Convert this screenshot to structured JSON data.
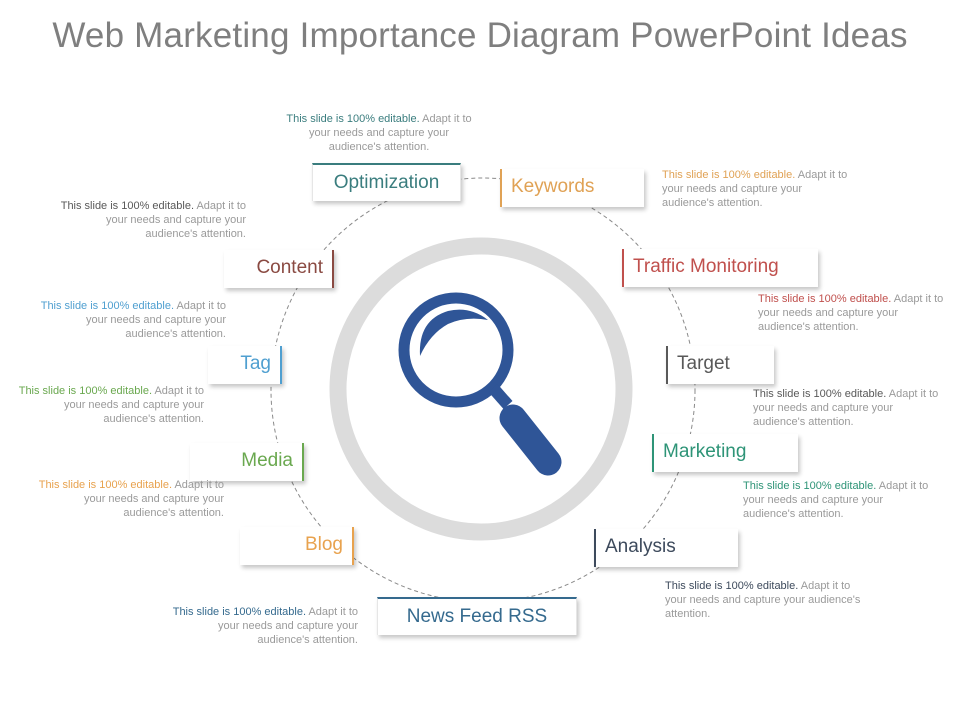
{
  "title": "Web Marketing Importance Diagram PowerPoint Ideas",
  "description": {
    "lead": "This slide is 100% editable.",
    "rest": " Adapt it to your needs and capture your audience's attention."
  },
  "colors": {
    "ring": "#dcdcdc",
    "dashed_circle": "#8a8a8a",
    "magnifier": "#2f5597"
  },
  "center_icon": "magnifying-glass-icon",
  "items": [
    {
      "label": "Optimization",
      "color": "#3a7d7e"
    },
    {
      "label": "Keywords",
      "color": "#e0a255"
    },
    {
      "label": "Traffic Monitoring",
      "color": "#c0504d"
    },
    {
      "label": "Target",
      "color": "#595959"
    },
    {
      "label": "Marketing",
      "color": "#2e9477"
    },
    {
      "label": "Analysis",
      "color": "#3d4a5c"
    },
    {
      "label": "News Feed RSS",
      "color": "#356a8e"
    },
    {
      "label": "Blog",
      "color": "#e8a24e"
    },
    {
      "label": "Media",
      "color": "#6aa84f"
    },
    {
      "label": "Tag",
      "color": "#4f9fd0"
    },
    {
      "label": "Content",
      "color": "#8a4a42"
    }
  ],
  "descriptions": [
    {
      "lead_color": "#3a7d7e"
    },
    {
      "lead_color": "#e0a255"
    },
    {
      "lead_color": "#c0504d"
    },
    {
      "lead_color": "#595959"
    },
    {
      "lead_color": "#2e9477"
    },
    {
      "lead_color": "#3d4a5c"
    },
    {
      "lead_color": "#356a8e"
    },
    {
      "lead_color": "#e8a24e"
    },
    {
      "lead_color": "#6aa84f"
    },
    {
      "lead_color": "#4f9fd0"
    },
    {
      "lead_color": "#8a4a42"
    }
  ]
}
